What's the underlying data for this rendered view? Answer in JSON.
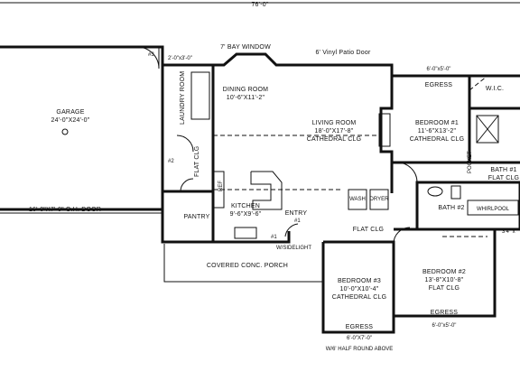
{
  "dimensions": {
    "overall_width": "76'-0\"",
    "garage_door": "16'-0\"X7'-0\" O.H. DOOR",
    "laundry_closet": "2'-0\"x3'-0\"",
    "bedroom1_window": "6'-0\"x5'-0\"",
    "bedroom2_window": "6'-0\"x5'-0\"",
    "bedroom3_window": "6'-0\"X7'-0\"",
    "bath_side": "3'4\" x"
  },
  "rooms": {
    "garage": {
      "name": "GARAGE",
      "size": "24'-0\"X24'-0\""
    },
    "laundry": {
      "name": "LAUNDRY ROOM"
    },
    "dining": {
      "name": "DINING ROOM",
      "size": "10'-6\"X11'-2\""
    },
    "living": {
      "name": "LIVING ROOM",
      "size": "18'-0\"X17'-8\"",
      "ceiling": "CATHEDRAL CLG"
    },
    "bedroom1": {
      "name": "BEDROOM #1",
      "size": "11'-6\"X13'-2\"",
      "ceiling": "CATHEDRAL CLG"
    },
    "bedroom2": {
      "name": "BEDROOM #2",
      "size": "13'-8\"X10'-8\"",
      "ceiling": "FLAT CLG"
    },
    "bedroom3": {
      "name": "BEDROOM #3",
      "size": "10'-0\"X10'-4\"",
      "ceiling": "CATHEDRAL CLG"
    },
    "kitchen": {
      "name": "KITCHEN",
      "size": "9'-6\"X9'-6\""
    },
    "pantry": {
      "name": "PANTRY"
    },
    "entry": {
      "name": "ENTRY"
    },
    "bath1": {
      "name": "BATH #1",
      "ceiling": "FLAT CLG"
    },
    "bath2": {
      "name": "BATH #2"
    },
    "porch": {
      "name": "COVERED CONC. PORCH"
    }
  },
  "labels": {
    "bay_window": "7' BAY WINDOW",
    "patio_door": "6' Vinyl Patio Door",
    "egress1": "EGRESS",
    "egress2": "EGRESS",
    "egress3": "EGRESS",
    "flat_clg_laundry": "FLAT CLG",
    "flat_clg_hall": "FLAT CLG",
    "wic": "W.I.C.",
    "pocket": "POCKET",
    "whirlpool": "WHIRLPOOL",
    "ref": "REF",
    "sidelight": "W/SIDELIGHT",
    "half_round": "W/6' HALF ROUND ABOVE",
    "washer": "WASH",
    "dryer": "DRYER",
    "door1": "#1",
    "door2": "#2",
    "door3": "#3",
    "door1b": "#1"
  }
}
